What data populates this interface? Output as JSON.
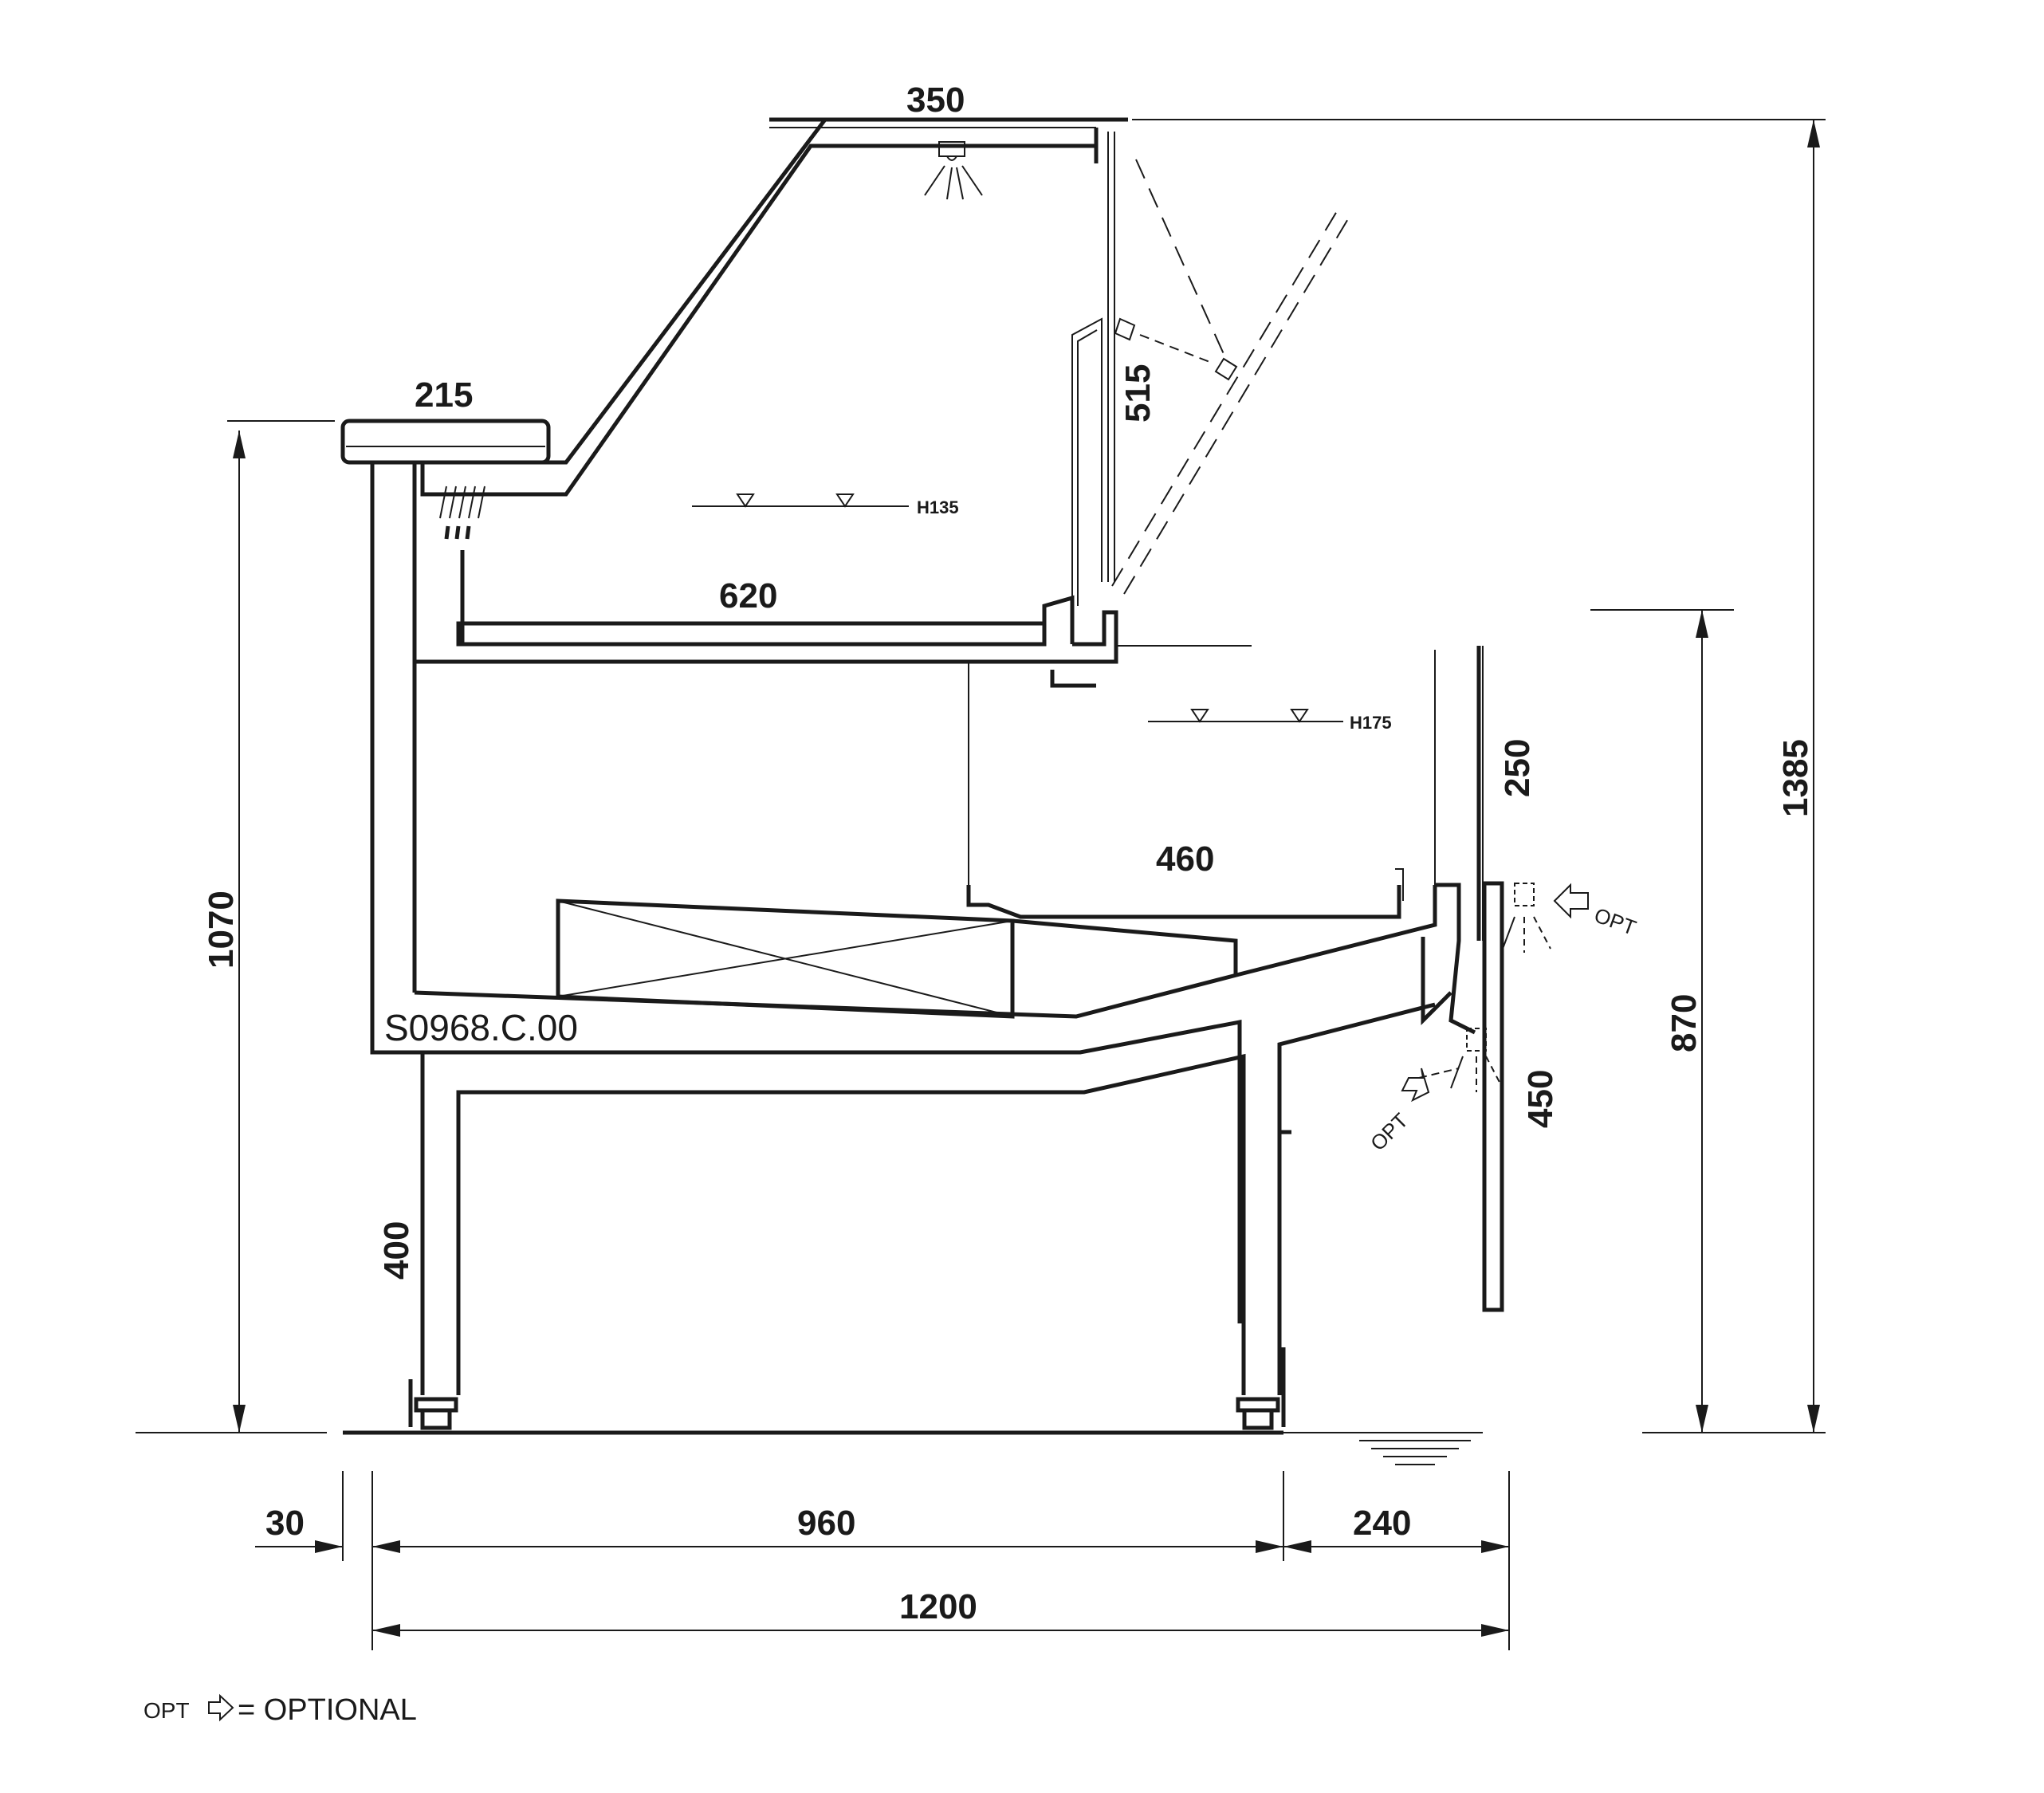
{
  "drawing_code": "S0968.C.00",
  "dimensions": {
    "canopy_width": "350",
    "top_shelf_width": "215",
    "upper_shelf_width": "620",
    "lower_shelf_width": "460",
    "glass_height": "515",
    "front_glass_height": "250",
    "front_panel_height": "450",
    "base_height": "400",
    "counter_height": "1070",
    "front_height": "870",
    "total_height": "1385",
    "left_offset": "30",
    "body_depth": "960",
    "front_depth": "240",
    "total_depth": "1200"
  },
  "levels": {
    "upper": "H135",
    "lower": "H175"
  },
  "optional_labels": {
    "upper_light": "OPT",
    "lower_light": "OPT"
  },
  "legend": {
    "abbr": "OPT",
    "arrow": "⇨",
    "text": "= OPTIONAL"
  }
}
